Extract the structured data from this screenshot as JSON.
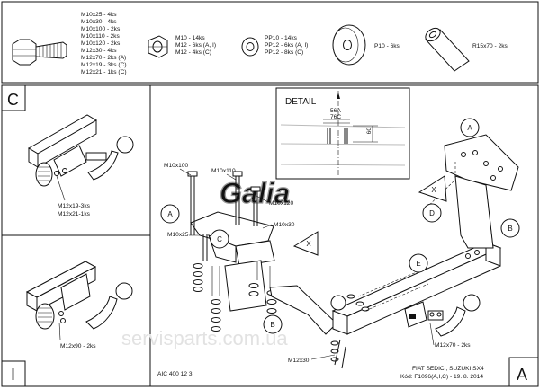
{
  "parts_list": {
    "bolts": [
      "M10x25 - 4ks",
      "M10x30 - 4ks",
      "M10x100 - 2ks",
      "M10x110 - 2ks",
      "M10x120 - 2ks",
      "M12x30 - 4ks",
      "M12x70 - 2ks (A)",
      "M12x19 - 3ks (C)",
      "M12x21 - 1ks (C)"
    ],
    "nuts": [
      "M10 - 14ks",
      "M12 - 6ks (A, I)",
      "M12 - 4ks (C)"
    ],
    "washers": [
      "PP10 - 14ks",
      "PP12 - 6ks (A, I)",
      "PP12 - 8ks (C)"
    ],
    "large_washer": "P10 - 6ks",
    "spacer": "R15x70 - 2ks"
  },
  "variants": {
    "c_label": "C",
    "c_bolts": [
      "M12x19-3ks",
      "M12x21-1ks"
    ],
    "i_label": "I",
    "i_bolt": "M12x90 - 2ks",
    "a_label": "A"
  },
  "detail": {
    "title": "DETAIL",
    "dim_56a": "56A",
    "dim_76c": "76C",
    "dim_60": "60"
  },
  "brand": {
    "logo": "Galia"
  },
  "watermark": "servisparts.com.ua",
  "assembly": {
    "callouts": [
      "M10x100",
      "M10x110",
      "M10x120",
      "M10x30",
      "M10x25",
      "M12x70 - 2ks",
      "M12x30"
    ],
    "letters": {
      "a1": "A",
      "a2": "A",
      "b1": "B",
      "b2": "B",
      "c": "C",
      "d": "D",
      "e": "E",
      "x1": "X",
      "x2": "X"
    }
  },
  "title_block": {
    "code": "AIC 400 12 3",
    "vehicle": "FIAT SEDICI, SUZUKI SX4",
    "drawing_code": "Kód: F1096(A,I,C) - 19. 8. 2014"
  }
}
